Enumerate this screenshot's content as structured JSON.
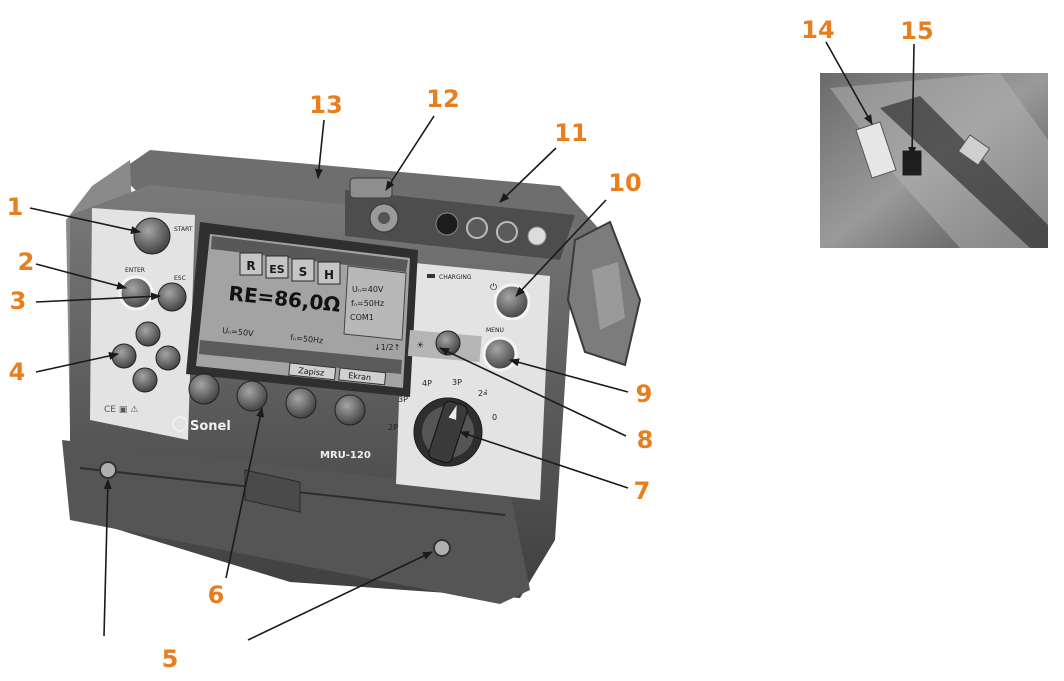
{
  "colors": {
    "callout": "#e87f1e",
    "leader": "#1a1a1a",
    "body_dark": "#5c5c5c",
    "panel_light": "#e4e4e4",
    "lcd": "#9d9d9d"
  },
  "callouts": [
    {
      "id": "1",
      "label": "1"
    },
    {
      "id": "2",
      "label": "2"
    },
    {
      "id": "3",
      "label": "3"
    },
    {
      "id": "4",
      "label": "4"
    },
    {
      "id": "5",
      "label": "5"
    },
    {
      "id": "6",
      "label": "6"
    },
    {
      "id": "7",
      "label": "7"
    },
    {
      "id": "8",
      "label": "8"
    },
    {
      "id": "9",
      "label": "9"
    },
    {
      "id": "10",
      "label": "10"
    },
    {
      "id": "11",
      "label": "11"
    },
    {
      "id": "12",
      "label": "12"
    },
    {
      "id": "13",
      "label": "13"
    },
    {
      "id": "14",
      "label": "14"
    },
    {
      "id": "15",
      "label": "15"
    }
  ],
  "device": {
    "start_label": "START",
    "enter_label": "ENTER",
    "esc_label": "ESC",
    "charging_label": "CHARGING",
    "menu_label": "MENU",
    "brand_label": "Sonel",
    "model_label": "MRU-120",
    "screen_reading": "RE=86,0Ω",
    "screen_tabs": [
      "R",
      "ES",
      "S",
      "H"
    ],
    "screen_params": [
      "Uₙ=40V",
      "fₙ=50Hz",
      "COM1"
    ],
    "screen_status_left": "Uₙ=50V",
    "screen_status_mid": "fₙ=50Hz",
    "screen_page": "↓1/2↑",
    "screen_btn_save": "Zapisz",
    "screen_btn_screen": "Ekran",
    "dial_positions": [
      "2P",
      "3P",
      "4P",
      "3P",
      "2ⰼ",
      "0"
    ],
    "badges": "CE ▣ ⚠"
  }
}
